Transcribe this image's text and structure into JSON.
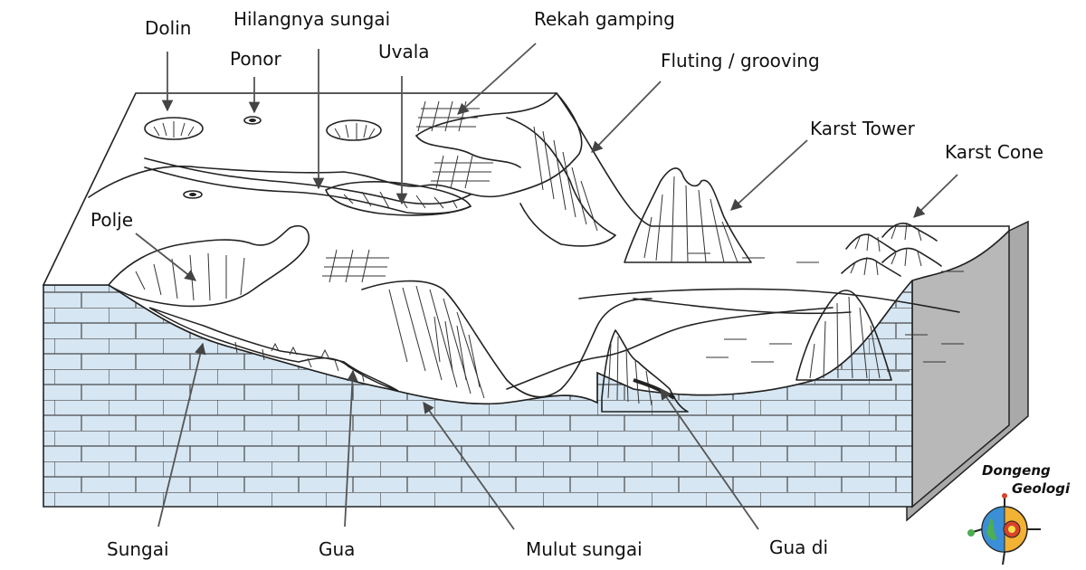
{
  "labels": {
    "dolin": "Dolin",
    "hilangnya_sungai": "Hilangnya sungai",
    "rekah_gamping": "Rekah gamping",
    "ponor": "Ponor",
    "uvala": "Uvala",
    "fluting": "Fluting / grooving",
    "karst_tower": "Karst Tower",
    "karst_cone": "Karst Cone",
    "polje": "Polje",
    "sungai": "Sungai",
    "gua": "Gua",
    "mulut_sungai": "Mulut sungai",
    "gua_di": "Gua di"
  },
  "logo": {
    "line1": "Dongeng",
    "line2": "Geologi"
  },
  "colors": {
    "limestone_fill": "#d6e6f2",
    "ink": "#222222",
    "arrow": "#555555",
    "side_shade": "#a9a9a9"
  }
}
